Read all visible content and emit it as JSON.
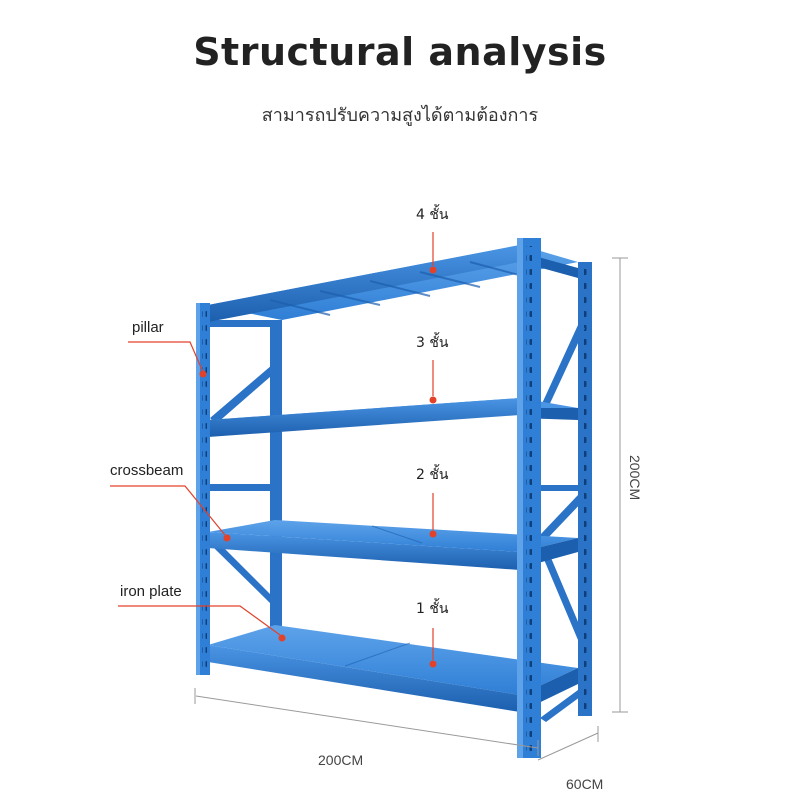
{
  "title": "Structural analysis",
  "subtitle": "สามารถปรับความสูงได้ตามต้องการ",
  "levels": [
    "4 ชั้น",
    "3 ชั้น",
    "2 ชั้น",
    "1 ชั้น"
  ],
  "parts": {
    "pillar": "pillar",
    "crossbeam": "crossbeam",
    "iron_plate": "iron plate"
  },
  "dimensions": {
    "width": "200CM",
    "height": "200CM",
    "depth": "60CM"
  },
  "colors": {
    "rack_blue": "#2f7fd6",
    "rack_dark": "#1c5fae",
    "rack_light": "#5ea3ea",
    "marker_red": "#e2412a",
    "dimension_line": "#9a9a9a"
  }
}
